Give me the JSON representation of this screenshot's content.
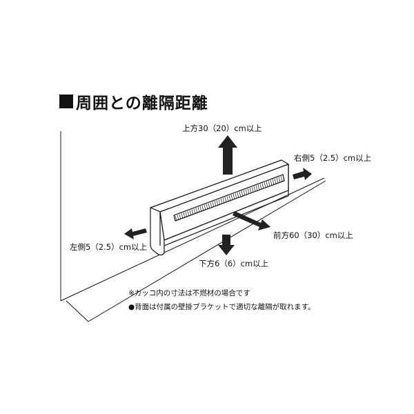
{
  "title": "周囲との離隔距離",
  "labels": {
    "top": "上方30（20）cm以上",
    "right": "右側5（2.5）cm以上",
    "front": "前方60（30）cm以上",
    "left": "左側5（2.5）cm以上",
    "bottom": "下方6（6）cm以上"
  },
  "notes": {
    "note1": "※カッコ内の寸法は不燃材の場合です",
    "note2": "●背面は付属の壁掛ブラケットで適切な離隔が取れます。"
  }
}
